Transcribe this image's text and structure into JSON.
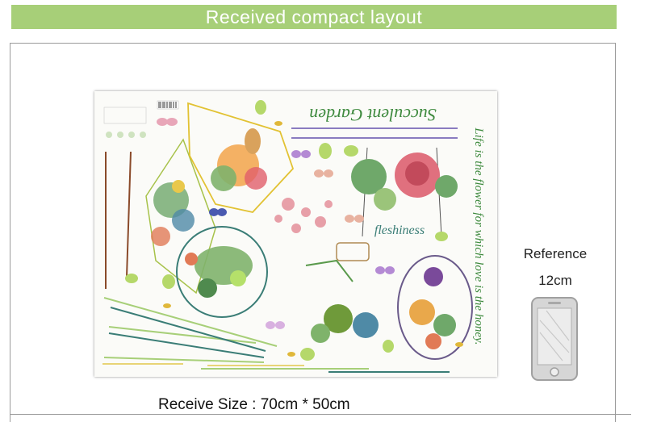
{
  "banner": {
    "title": "Received compact layout"
  },
  "sheet": {
    "top_script": "Succulent Garden",
    "side_script": "Life is the flower for which love is the honey.",
    "center_word": "fleshiness"
  },
  "reference": {
    "label": "Reference",
    "size": "12cm",
    "icon": "phone-icon"
  },
  "receive": {
    "label": "Receive Size :",
    "value": "70cm * 50cm"
  },
  "colors": {
    "banner": "#a7cf78",
    "frame": "#9a9a9a",
    "script_green": "#3e8a3e"
  }
}
